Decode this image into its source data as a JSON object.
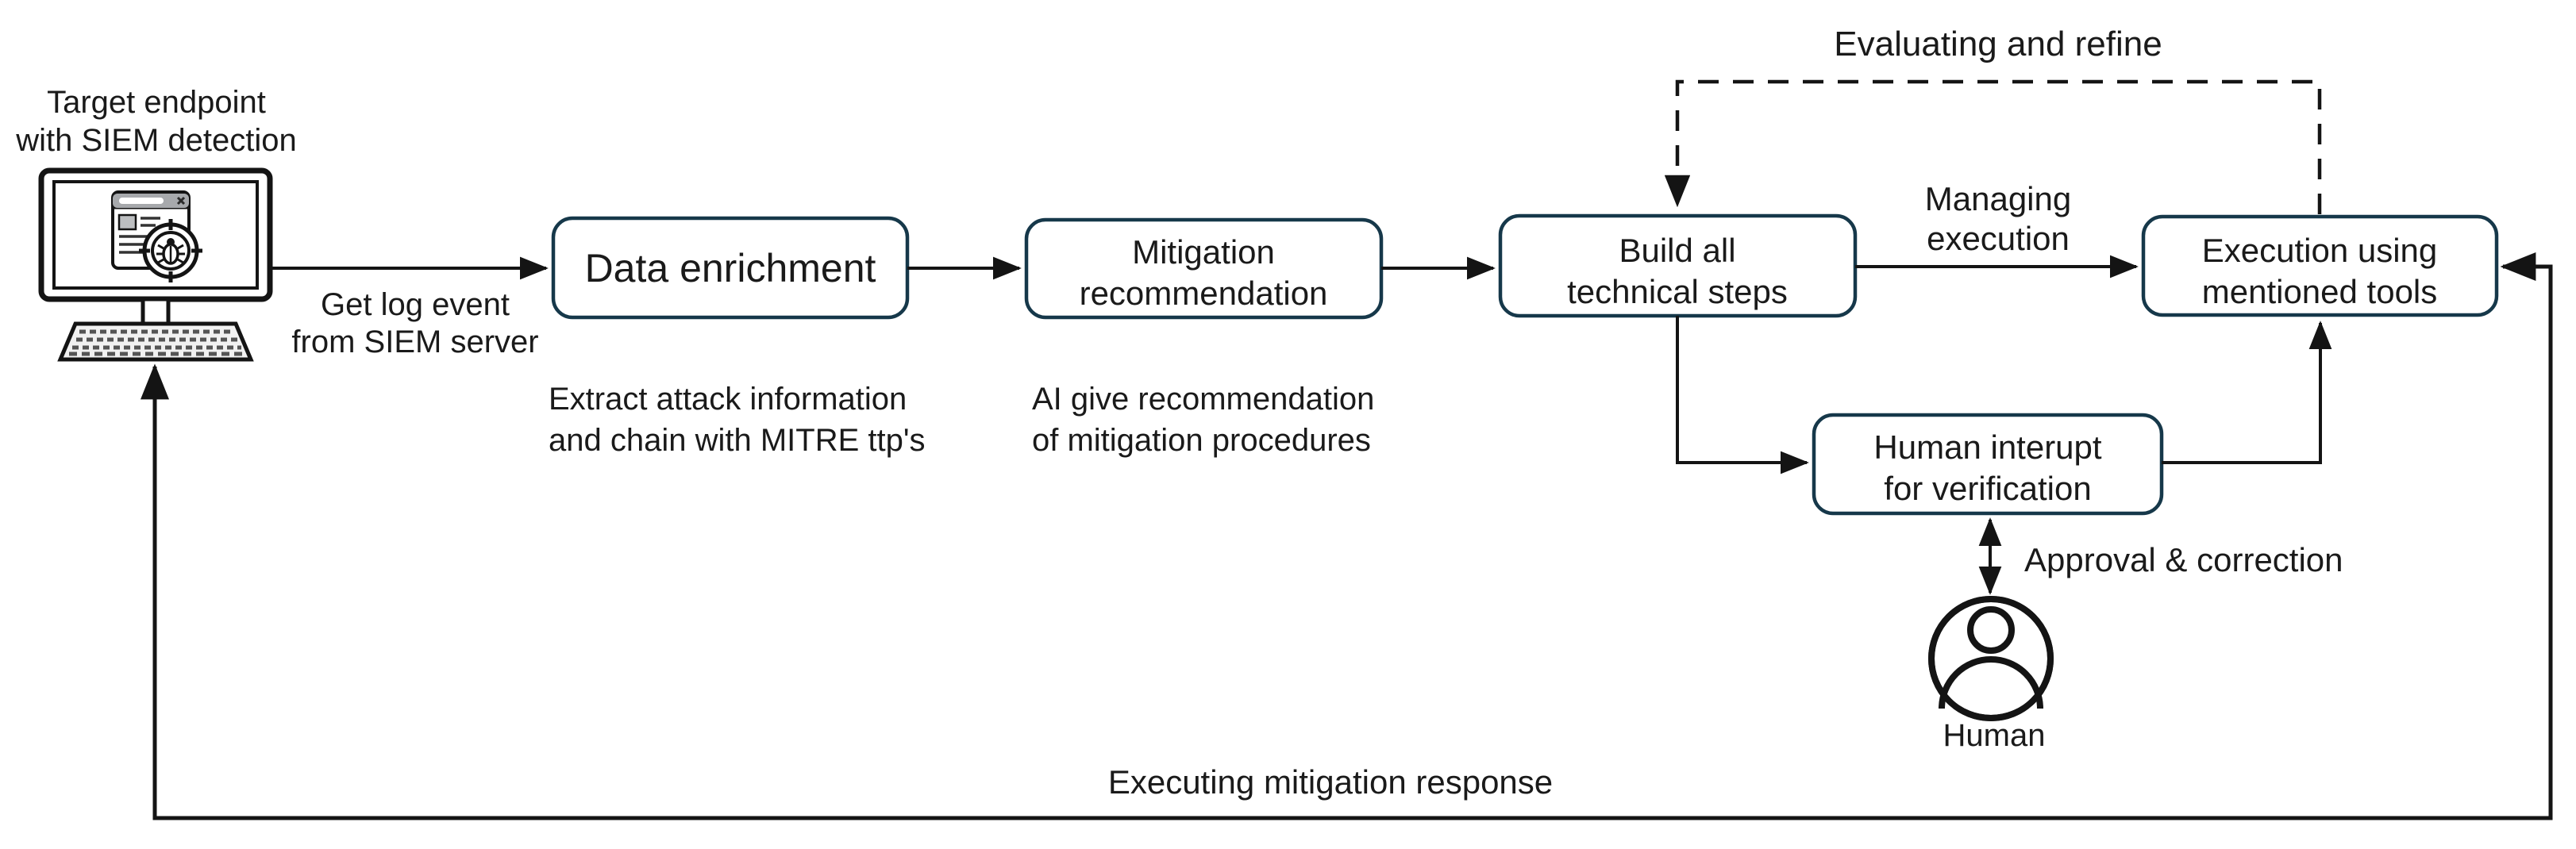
{
  "diagram": {
    "endpoint": {
      "icon": "computer-with-siem-bug-detection-icon",
      "title_line1": "Target endpoint",
      "title_line2": "with SIEM detection"
    },
    "nodes": {
      "data_enrichment": {
        "label": "Data enrichment",
        "caption_line1": "Extract attack information",
        "caption_line2": "and chain with MITRE ttp's"
      },
      "mitigation": {
        "label_line1": "Mitigation",
        "label_line2": "recommendation",
        "caption_line1": "AI give recommendation",
        "caption_line2": "of mitigation procedures"
      },
      "build_steps": {
        "label_line1": "Build all",
        "label_line2": "technical steps"
      },
      "execution": {
        "label_line1": "Execution using",
        "label_line2": "mentioned tools"
      },
      "human_interrupt": {
        "label_line1": "Human interupt",
        "label_line2": "for verification"
      },
      "human": {
        "icon": "person-circle-icon",
        "label": "Human"
      }
    },
    "edges": {
      "get_log": {
        "label_line1": "Get log event",
        "label_line2": "from SIEM server"
      },
      "managing": {
        "label_line1": "Managing",
        "label_line2": "execution"
      },
      "evaluating": {
        "label": "Evaluating and refine"
      },
      "approval": {
        "label": "Approval & correction"
      },
      "executing": {
        "label": "Executing mitigation response"
      }
    },
    "colors": {
      "box_border": "#16384a",
      "line": "#141414",
      "text": "#1a1a1a",
      "background": "#ffffff"
    }
  }
}
